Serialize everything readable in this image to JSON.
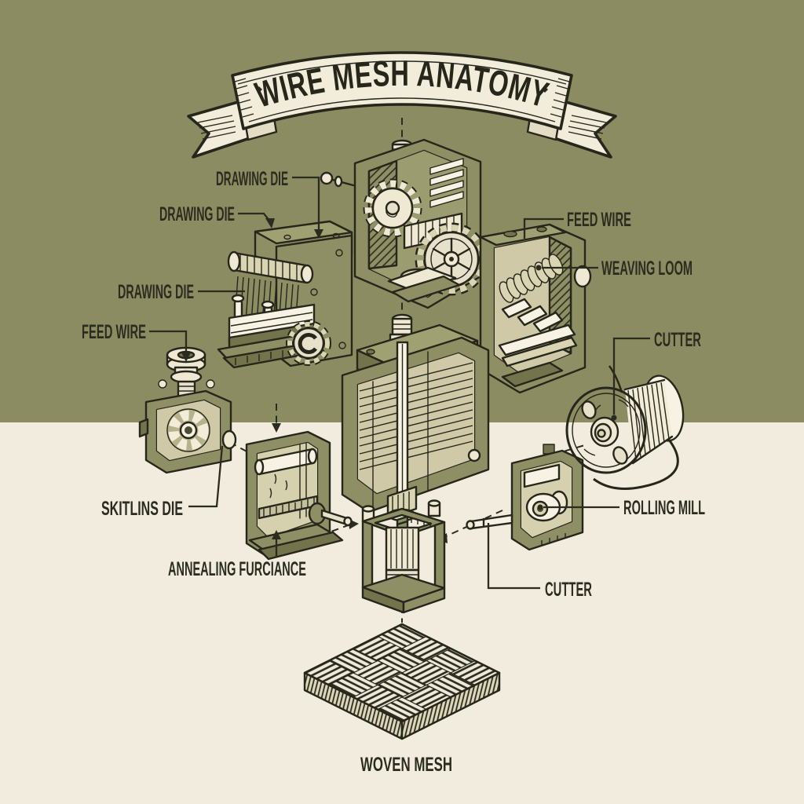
{
  "banner": {
    "title": "WIRE MESH ANATOMY"
  },
  "labels": {
    "drawing_die_1": "DRAWING DIE",
    "drawing_die_2": "DRAWING DIE",
    "drawing_die_3": "DRAWING DIE",
    "feed_wire_left": "FEED WIRE",
    "feed_wire_right": "FEED WIRE",
    "weaving_loom": "WEAVING LOOM",
    "cutter_right": "CUTTER",
    "cutter_bottom": "CUTTER",
    "rolling_mill": "ROLLING MILL",
    "skitlins_die": "SKITLINS DIE",
    "annealing_furnace": "ANNEALING FURCIANCE",
    "woven_mesh": "WOVEN MESH"
  },
  "colors": {
    "background_top": "#8b8c62",
    "background_bottom": "#f1ecdd",
    "ink": "#2b2b20",
    "ribbon_cream": "#f2ecdb",
    "machine_olive": "#8e8f64",
    "machine_cream": "#efe9d4"
  }
}
